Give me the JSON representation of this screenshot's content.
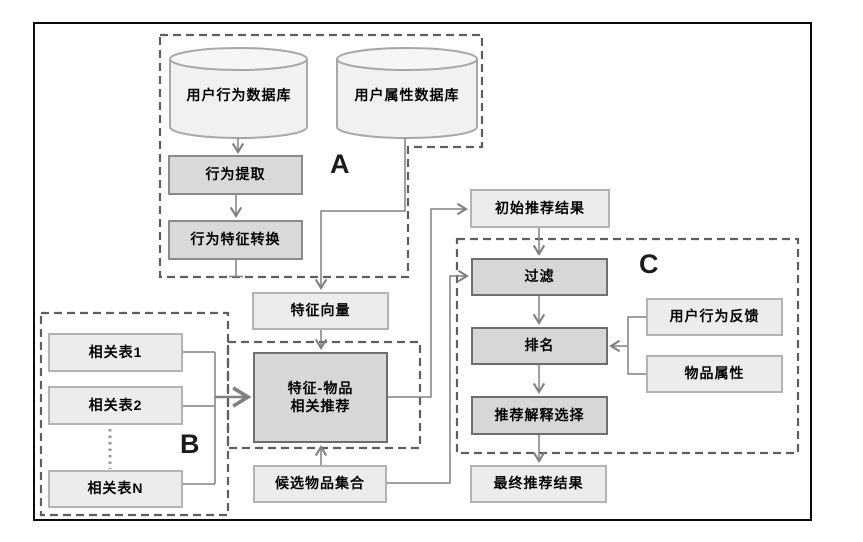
{
  "diagram": {
    "section_a": {
      "label": "A",
      "behavior_db": "用户行为数据库",
      "attribute_db": "用户属性数据库",
      "behavior_extract": "行为提取",
      "behavior_feature_convert": "行为特征转换"
    },
    "section_b": {
      "label": "B",
      "table1": "相关表1",
      "table2": "相关表2",
      "tableN": "相关表N"
    },
    "center": {
      "feature_vector": "特征向量",
      "feature_item_recommend_line1": "特征-物品",
      "feature_item_recommend_line2": "相关推荐",
      "candidate_items": "候选物品集合",
      "initial_result": "初始推荐结果"
    },
    "section_c": {
      "label": "C",
      "filter": "过滤",
      "rank": "排名",
      "explanation_select": "推荐解释选择",
      "user_feedback": "用户行为反馈",
      "item_attribute": "物品属性"
    },
    "final_result": "最终推荐结果"
  }
}
